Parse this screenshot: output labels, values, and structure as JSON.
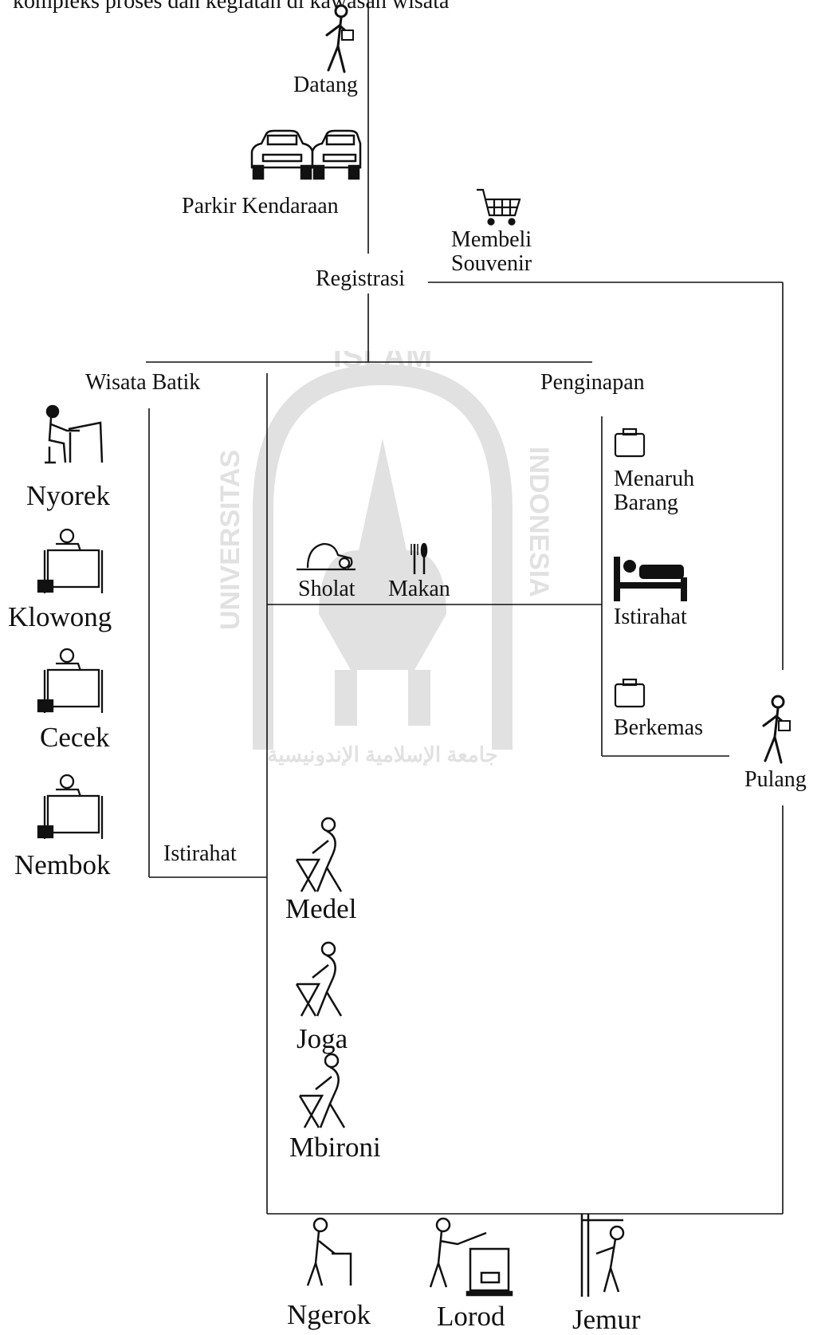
{
  "caption": "kompleks proses dan kegiatan di kawasan wisata",
  "watermark": {
    "top_text": "ISLAM",
    "left_text": "UNIVERSITAS",
    "right_text": "INDONESIA",
    "bottom_text": "جامعة الإسلامية الإندونيسية"
  },
  "nodes": {
    "datang": "Datang",
    "parkir": "Parkir Kendaraan",
    "membeli": "Membeli\nSouvenir",
    "registrasi": "Registrasi",
    "wisata_batik": "Wisata Batik",
    "penginapan": "Penginapan",
    "nyorek": "Nyorek",
    "klowong": "Klowong",
    "cecek": "Cecek",
    "nembok": "Nembok",
    "istirahat_batik": "Istirahat",
    "sholat": "Sholat",
    "makan": "Makan",
    "menaruh": "Menaruh\nBarang",
    "istirahat_inap": "Istirahat",
    "berkemas": "Berkemas",
    "pulang": "Pulang",
    "medel": "Medel",
    "joga": "Joga",
    "mbironi": "Mbironi",
    "ngerok": "Ngerok",
    "lorod": "Lorod",
    "jemur": "Jemur"
  },
  "icons": {
    "person_arrive": "person-walking-icon",
    "car": "car-icon",
    "cart": "shopping-cart-icon",
    "desk_worker": "person-drawing-desk-icon",
    "canting_worker": "person-canting-icon",
    "pray": "prayer-icon",
    "cutlery": "fork-knife-icon",
    "suitcase": "suitcase-icon",
    "bed": "bed-icon",
    "dye_worker": "person-dyeing-icon",
    "scraper": "person-scraping-icon",
    "boil": "person-boiling-icon",
    "dry": "person-drying-icon"
  }
}
